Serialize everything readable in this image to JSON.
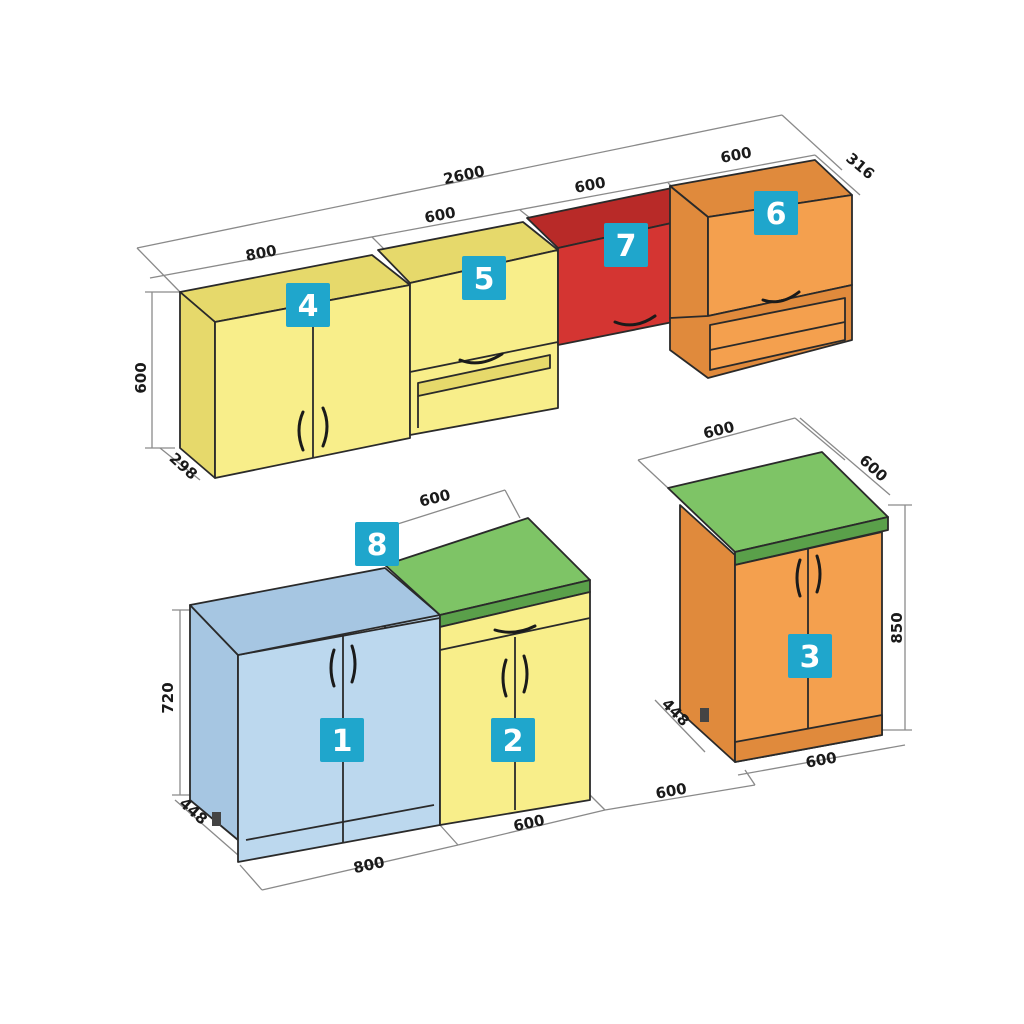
{
  "colors": {
    "yellow": "#f8ee8a",
    "yellow_side": "#e6d96b",
    "blue": "#bcd8ee",
    "blue_side": "#a6c6e2",
    "orange": "#f4a04e",
    "orange_side": "#e08a3c",
    "red": "#d43532",
    "red_side": "#b82a28",
    "green": "#7ec466",
    "green_side": "#5aa04a",
    "badge": "#1fa6cc"
  },
  "badges": {
    "b1": "1",
    "b2": "2",
    "b3": "3",
    "b4": "4",
    "b5": "5",
    "b6": "6",
    "b7": "7",
    "b8": "8"
  },
  "dimensions": {
    "upper_total_width": "2600",
    "upper_4_width": "800",
    "upper_5_width": "600",
    "upper_7_width": "600",
    "upper_6_width": "600",
    "upper_depth": "316",
    "upper_height": "600",
    "upper_4_depth": "298",
    "base_2_top_width": "600",
    "base_1_height": "720",
    "base_1_depth": "448",
    "base_1_width": "800",
    "base_2_width": "600",
    "gap_width": "600",
    "base_3_top_width": "600",
    "base_3_top_depth": "600",
    "base_3_height": "850",
    "base_3_depth": "448",
    "base_3_width": "600"
  }
}
